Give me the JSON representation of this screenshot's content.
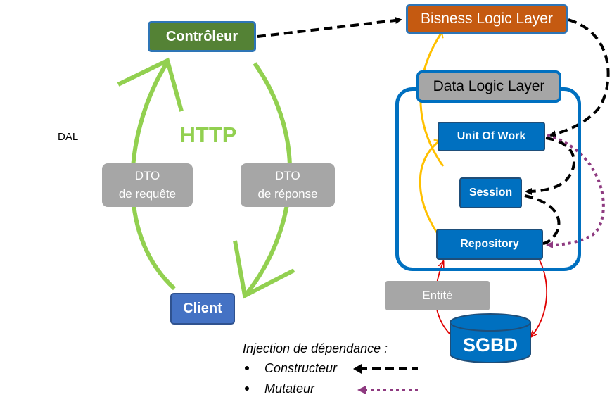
{
  "nodes": {
    "controleur": "Contrôleur",
    "bll": "Bisness Logic Layer",
    "dll": "Data Logic Layer",
    "unit_of_work": "Unit Of Work",
    "session": "Session",
    "repository": "Repository",
    "entite": "Entité",
    "sgbd": "SGBD",
    "client": "Client"
  },
  "labels": {
    "http": "HTTP",
    "dal": "DAL",
    "dto_requete_line1": "DTO",
    "dto_requete_line2": "de requête",
    "dto_reponse_line1": "DTO",
    "dto_reponse_line2": "de réponse"
  },
  "legend": {
    "title": "Injection de dépendance :",
    "items": [
      {
        "label": "Constructeur",
        "style": "dashed",
        "color": "#000000"
      },
      {
        "label": "Mutateur",
        "style": "dotted",
        "color": "#8e3a80"
      }
    ]
  },
  "colors": {
    "http_cycle": "#92d050",
    "bll_to_uow": "#ffc000",
    "sgbd_flow": "#e00000",
    "constructeur": "#000000",
    "mutateur": "#8e3a80",
    "dal_frame": "#0070c0"
  }
}
